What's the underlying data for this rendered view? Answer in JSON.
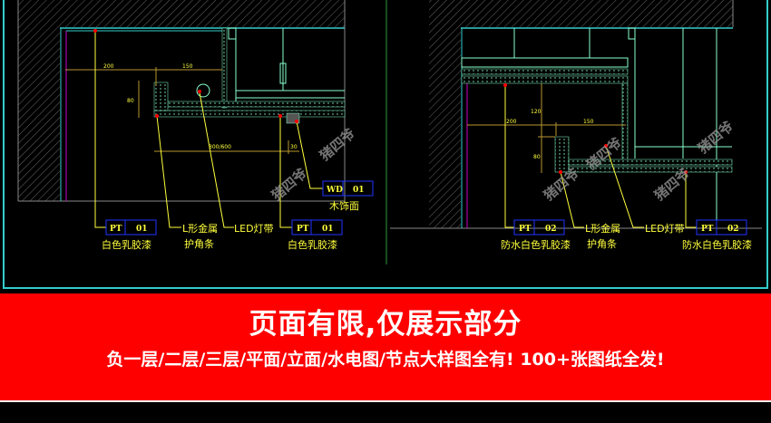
{
  "drawings": [
    {
      "dims": {
        "a": "200",
        "b": "150",
        "h": "80",
        "span": "300/600",
        "gap": "30"
      },
      "tags": [
        {
          "code": "PT",
          "num": "01",
          "desc": "白色乳胶漆"
        },
        {
          "code": "PT",
          "num": "01",
          "desc": "白色乳胶漆"
        },
        {
          "code": "WD",
          "num": "01",
          "desc": "木饰面"
        }
      ],
      "notes": [
        {
          "line1": "L形金属",
          "line2": "护角条"
        },
        {
          "line1": "LED灯带"
        }
      ]
    },
    {
      "dims": {
        "a": "200",
        "b": "150",
        "h1": "120",
        "h2": "80"
      },
      "tags": [
        {
          "code": "PT",
          "num": "02",
          "desc": "防水白色乳胶漆"
        },
        {
          "code": "PT",
          "num": "02",
          "desc": "防水白色乳胶漆"
        }
      ],
      "notes": [
        {
          "line1": "L形金属",
          "line2": "护角条"
        },
        {
          "line1": "LED灯带"
        }
      ]
    }
  ],
  "watermark": "猪四爷",
  "banner": {
    "title": "页面有限,仅展示部分",
    "subtitle": "负一层/二层/三层/平面/立面/水电图/节点大样图全有! 100+张图纸全发!"
  },
  "colors": {
    "banner": "#fe0000",
    "frame": "#33cccc",
    "annotation": "#ffff3c"
  }
}
